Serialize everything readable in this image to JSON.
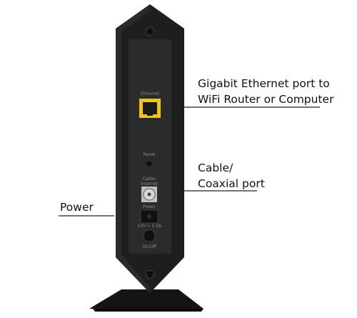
{
  "callouts": {
    "ethernet": {
      "line1": "Gigabit Ethernet port to",
      "line2": "WiFi Router or Computer"
    },
    "coax": {
      "line1": "Cable/",
      "line2": "Coaxial port"
    },
    "power": {
      "label": "Power"
    }
  },
  "device_labels": {
    "ethernet": "Ethernet",
    "reset": "Reset",
    "cable_line1": "Cable/",
    "cable_line2": "Internet",
    "power": "Power",
    "power_rating": "12V ⎓ 1.5A",
    "on_off": "On/Off"
  },
  "colors": {
    "device_body": "#1e1e1e",
    "device_panel": "#2b2b2b",
    "ethernet_port": "#f0c419",
    "callout_line": "#222222"
  }
}
